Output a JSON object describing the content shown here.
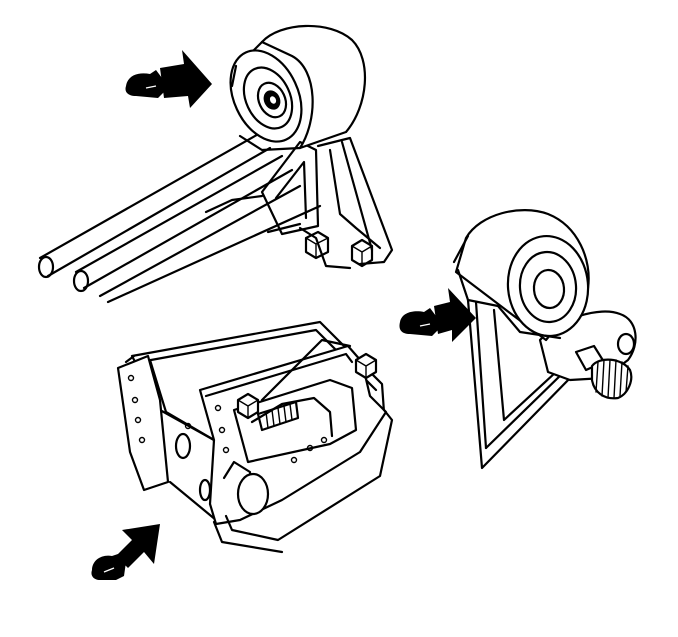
{
  "diagram": {
    "background": "#ffffff",
    "stroke_color": "#000000",
    "components": [
      {
        "name": "upper-left-engine-mount",
        "icon": "mount-bushing-bracket-icon"
      },
      {
        "name": "right-engine-mount",
        "icon": "mount-bushing-bracket-icon"
      },
      {
        "name": "lower-transmission-mount",
        "icon": "mount-bracket-icon"
      }
    ],
    "indicators": [
      {
        "name": "arrow-upper-left",
        "icon": "pointing-hand-arrow-icon",
        "direction": "right"
      },
      {
        "name": "arrow-right",
        "icon": "pointing-hand-arrow-icon",
        "direction": "right"
      },
      {
        "name": "arrow-lower-left",
        "icon": "pointing-hand-arrow-icon",
        "direction": "up-right"
      }
    ]
  }
}
